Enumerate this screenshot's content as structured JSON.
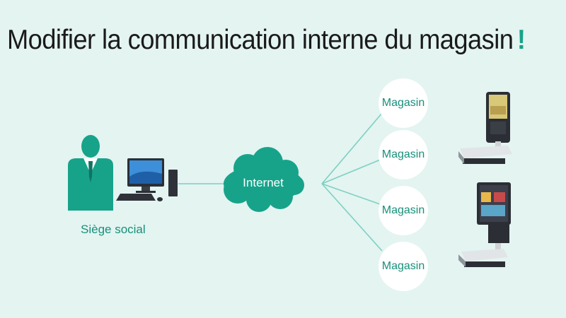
{
  "title": "Modifier la communication interne du magasin",
  "title_mark": "!",
  "headquarters": {
    "label": "Siège social"
  },
  "network": {
    "label": "Internet"
  },
  "stores": [
    {
      "label": "Magasin"
    },
    {
      "label": "Magasin"
    },
    {
      "label": "Magasin"
    },
    {
      "label": "Magasin"
    }
  ],
  "colors": {
    "background": "#e3f4f1",
    "accent": "#17a38a",
    "line": "#7fd0c0",
    "text_dark": "#1a1a1a"
  },
  "icons": [
    "person-icon",
    "desktop-computer-icon",
    "cloud-icon",
    "scale-device-icon"
  ]
}
